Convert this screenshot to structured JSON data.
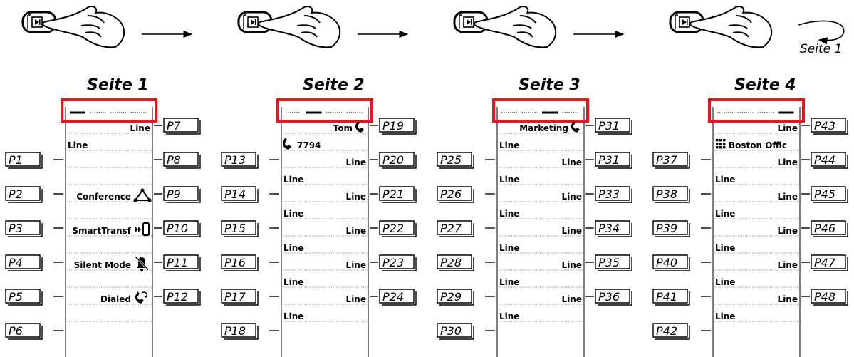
{
  "top_loop_label": "Seite 1",
  "pages": [
    {
      "title": "Seite 1",
      "active_indicator": 1,
      "left_keys": [
        "P1",
        "P2",
        "P3",
        "P4",
        "P5",
        "P6"
      ],
      "right_keys": [
        "P7",
        "P8",
        "P9",
        "P10",
        "P11",
        "P12"
      ],
      "cells": [
        {
          "text": "Line",
          "align": "right",
          "icon": ""
        },
        {
          "text": "Line",
          "align": "left",
          "icon": ""
        },
        {
          "text": "",
          "align": "right",
          "icon": ""
        },
        {
          "text": "",
          "align": "left",
          "icon": ""
        },
        {
          "text": "Conference",
          "align": "right",
          "icon": "conference-icon"
        },
        {
          "text": "",
          "align": "left",
          "icon": ""
        },
        {
          "text": "SmartTransf",
          "align": "right",
          "icon": "smart-transfer-icon"
        },
        {
          "text": "",
          "align": "left",
          "icon": ""
        },
        {
          "text": "Silent Mode",
          "align": "right",
          "icon": "silent-mode-icon"
        },
        {
          "text": "",
          "align": "left",
          "icon": ""
        },
        {
          "text": "Dialed",
          "align": "right",
          "icon": "dialed-icon"
        },
        {
          "text": "",
          "align": "left",
          "icon": ""
        }
      ]
    },
    {
      "title": "Seite 2",
      "active_indicator": 2,
      "left_keys": [
        "P13",
        "P14",
        "P15",
        "P16",
        "P17",
        "P18"
      ],
      "right_keys": [
        "P19",
        "P20",
        "P21",
        "P22",
        "P23",
        "P24"
      ],
      "cells": [
        {
          "text": "Tom",
          "align": "right",
          "icon": "handset-icon"
        },
        {
          "text": "7794",
          "align": "left",
          "icon": "handset-icon"
        },
        {
          "text": "Line",
          "align": "right",
          "icon": ""
        },
        {
          "text": "Line",
          "align": "left",
          "icon": ""
        },
        {
          "text": "Line",
          "align": "right",
          "icon": ""
        },
        {
          "text": "Line",
          "align": "left",
          "icon": ""
        },
        {
          "text": "Line",
          "align": "right",
          "icon": ""
        },
        {
          "text": "Line",
          "align": "left",
          "icon": ""
        },
        {
          "text": "Line",
          "align": "right",
          "icon": ""
        },
        {
          "text": "Line",
          "align": "left",
          "icon": ""
        },
        {
          "text": "Line",
          "align": "right",
          "icon": ""
        },
        {
          "text": "Line",
          "align": "left",
          "icon": ""
        }
      ]
    },
    {
      "title": "Seite 3",
      "active_indicator": 3,
      "left_keys": [
        "P25",
        "P26",
        "P27",
        "P28",
        "P29",
        "P30"
      ],
      "right_keys": [
        "P31",
        "P31",
        "P33",
        "P34",
        "P35",
        "P36"
      ],
      "cells": [
        {
          "text": "Marketing",
          "align": "right",
          "icon": "handset-icon"
        },
        {
          "text": "Line",
          "align": "left",
          "icon": ""
        },
        {
          "text": "Line",
          "align": "right",
          "icon": ""
        },
        {
          "text": "Line",
          "align": "left",
          "icon": ""
        },
        {
          "text": "Line",
          "align": "right",
          "icon": ""
        },
        {
          "text": "Line",
          "align": "left",
          "icon": ""
        },
        {
          "text": "Line",
          "align": "right",
          "icon": ""
        },
        {
          "text": "Line",
          "align": "left",
          "icon": ""
        },
        {
          "text": "Line",
          "align": "right",
          "icon": ""
        },
        {
          "text": "Line",
          "align": "left",
          "icon": ""
        },
        {
          "text": "Line",
          "align": "right",
          "icon": ""
        },
        {
          "text": "Line",
          "align": "left",
          "icon": ""
        }
      ]
    },
    {
      "title": "Seite 4",
      "active_indicator": 4,
      "left_keys": [
        "P37",
        "P38",
        "P39",
        "P40",
        "P41",
        "P42"
      ],
      "right_keys": [
        "P43",
        "P44",
        "P45",
        "P46",
        "P47",
        "P48"
      ],
      "cells": [
        {
          "text": "Line",
          "align": "right",
          "icon": ""
        },
        {
          "text": "Boston Offic",
          "align": "left",
          "icon": "keypad-icon"
        },
        {
          "text": "Line",
          "align": "right",
          "icon": ""
        },
        {
          "text": "Line",
          "align": "left",
          "icon": ""
        },
        {
          "text": "Line",
          "align": "right",
          "icon": ""
        },
        {
          "text": "Line",
          "align": "left",
          "icon": ""
        },
        {
          "text": "Line",
          "align": "right",
          "icon": ""
        },
        {
          "text": "Line",
          "align": "left",
          "icon": ""
        },
        {
          "text": "Line",
          "align": "right",
          "icon": ""
        },
        {
          "text": "Line",
          "align": "left",
          "icon": ""
        },
        {
          "text": "Line",
          "align": "right",
          "icon": ""
        },
        {
          "text": "Line",
          "align": "left",
          "icon": ""
        }
      ]
    }
  ],
  "colors": {
    "highlight": "#e8141e",
    "ink": "#000000",
    "dotted": "#707070"
  }
}
